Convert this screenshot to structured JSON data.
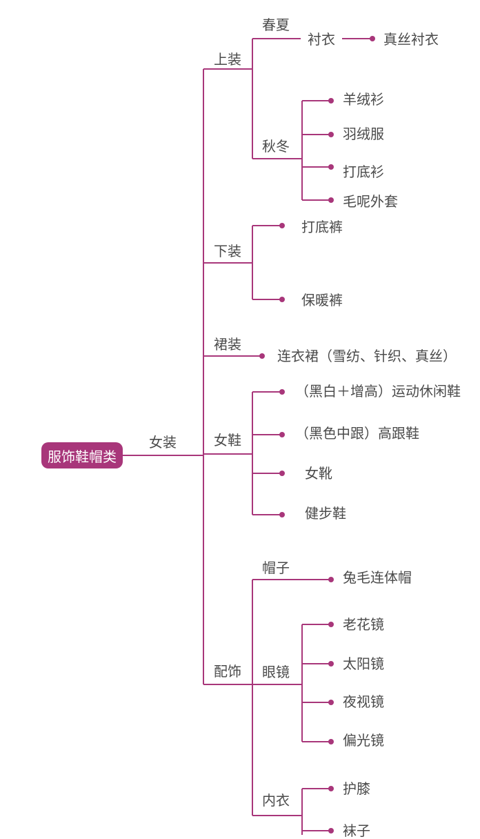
{
  "colors": {
    "line": "#a8367a",
    "dot": "#a8367a",
    "root_bg": "#a8367a",
    "text": "#4a4a4a"
  },
  "root": {
    "label": "服饰鞋帽类"
  },
  "l1": {
    "label": "女装"
  },
  "categories": {
    "tops": "上装",
    "bottoms": "下装",
    "skirts": "裙装",
    "shoes": "女鞋",
    "accessories": "配饰"
  },
  "tops": {
    "spring": "春夏",
    "autumn": "秋冬",
    "shirt": "衬衣",
    "silk_shirt": "真丝衬衣",
    "autumn_items": [
      "羊绒衫",
      "羽绒服",
      "打底衫",
      "毛呢外套"
    ]
  },
  "bottoms": {
    "items": [
      "打底裤",
      "保暖裤"
    ]
  },
  "skirts": {
    "items": [
      "连衣裙（雪纺、针织、真丝）"
    ]
  },
  "shoes": {
    "items": [
      "（黑白＋增高）运动休闲鞋",
      "（黑色中跟）高跟鞋",
      "女靴",
      "健步鞋"
    ]
  },
  "accessories": {
    "hats": "帽子",
    "glasses": "眼镜",
    "underwear": "内衣",
    "hat_items": [
      "兔毛连体帽"
    ],
    "glasses_items": [
      "老花镜",
      "太阳镜",
      "夜视镜",
      "偏光镜"
    ],
    "underwear_items": [
      "护膝",
      "袜子"
    ]
  }
}
